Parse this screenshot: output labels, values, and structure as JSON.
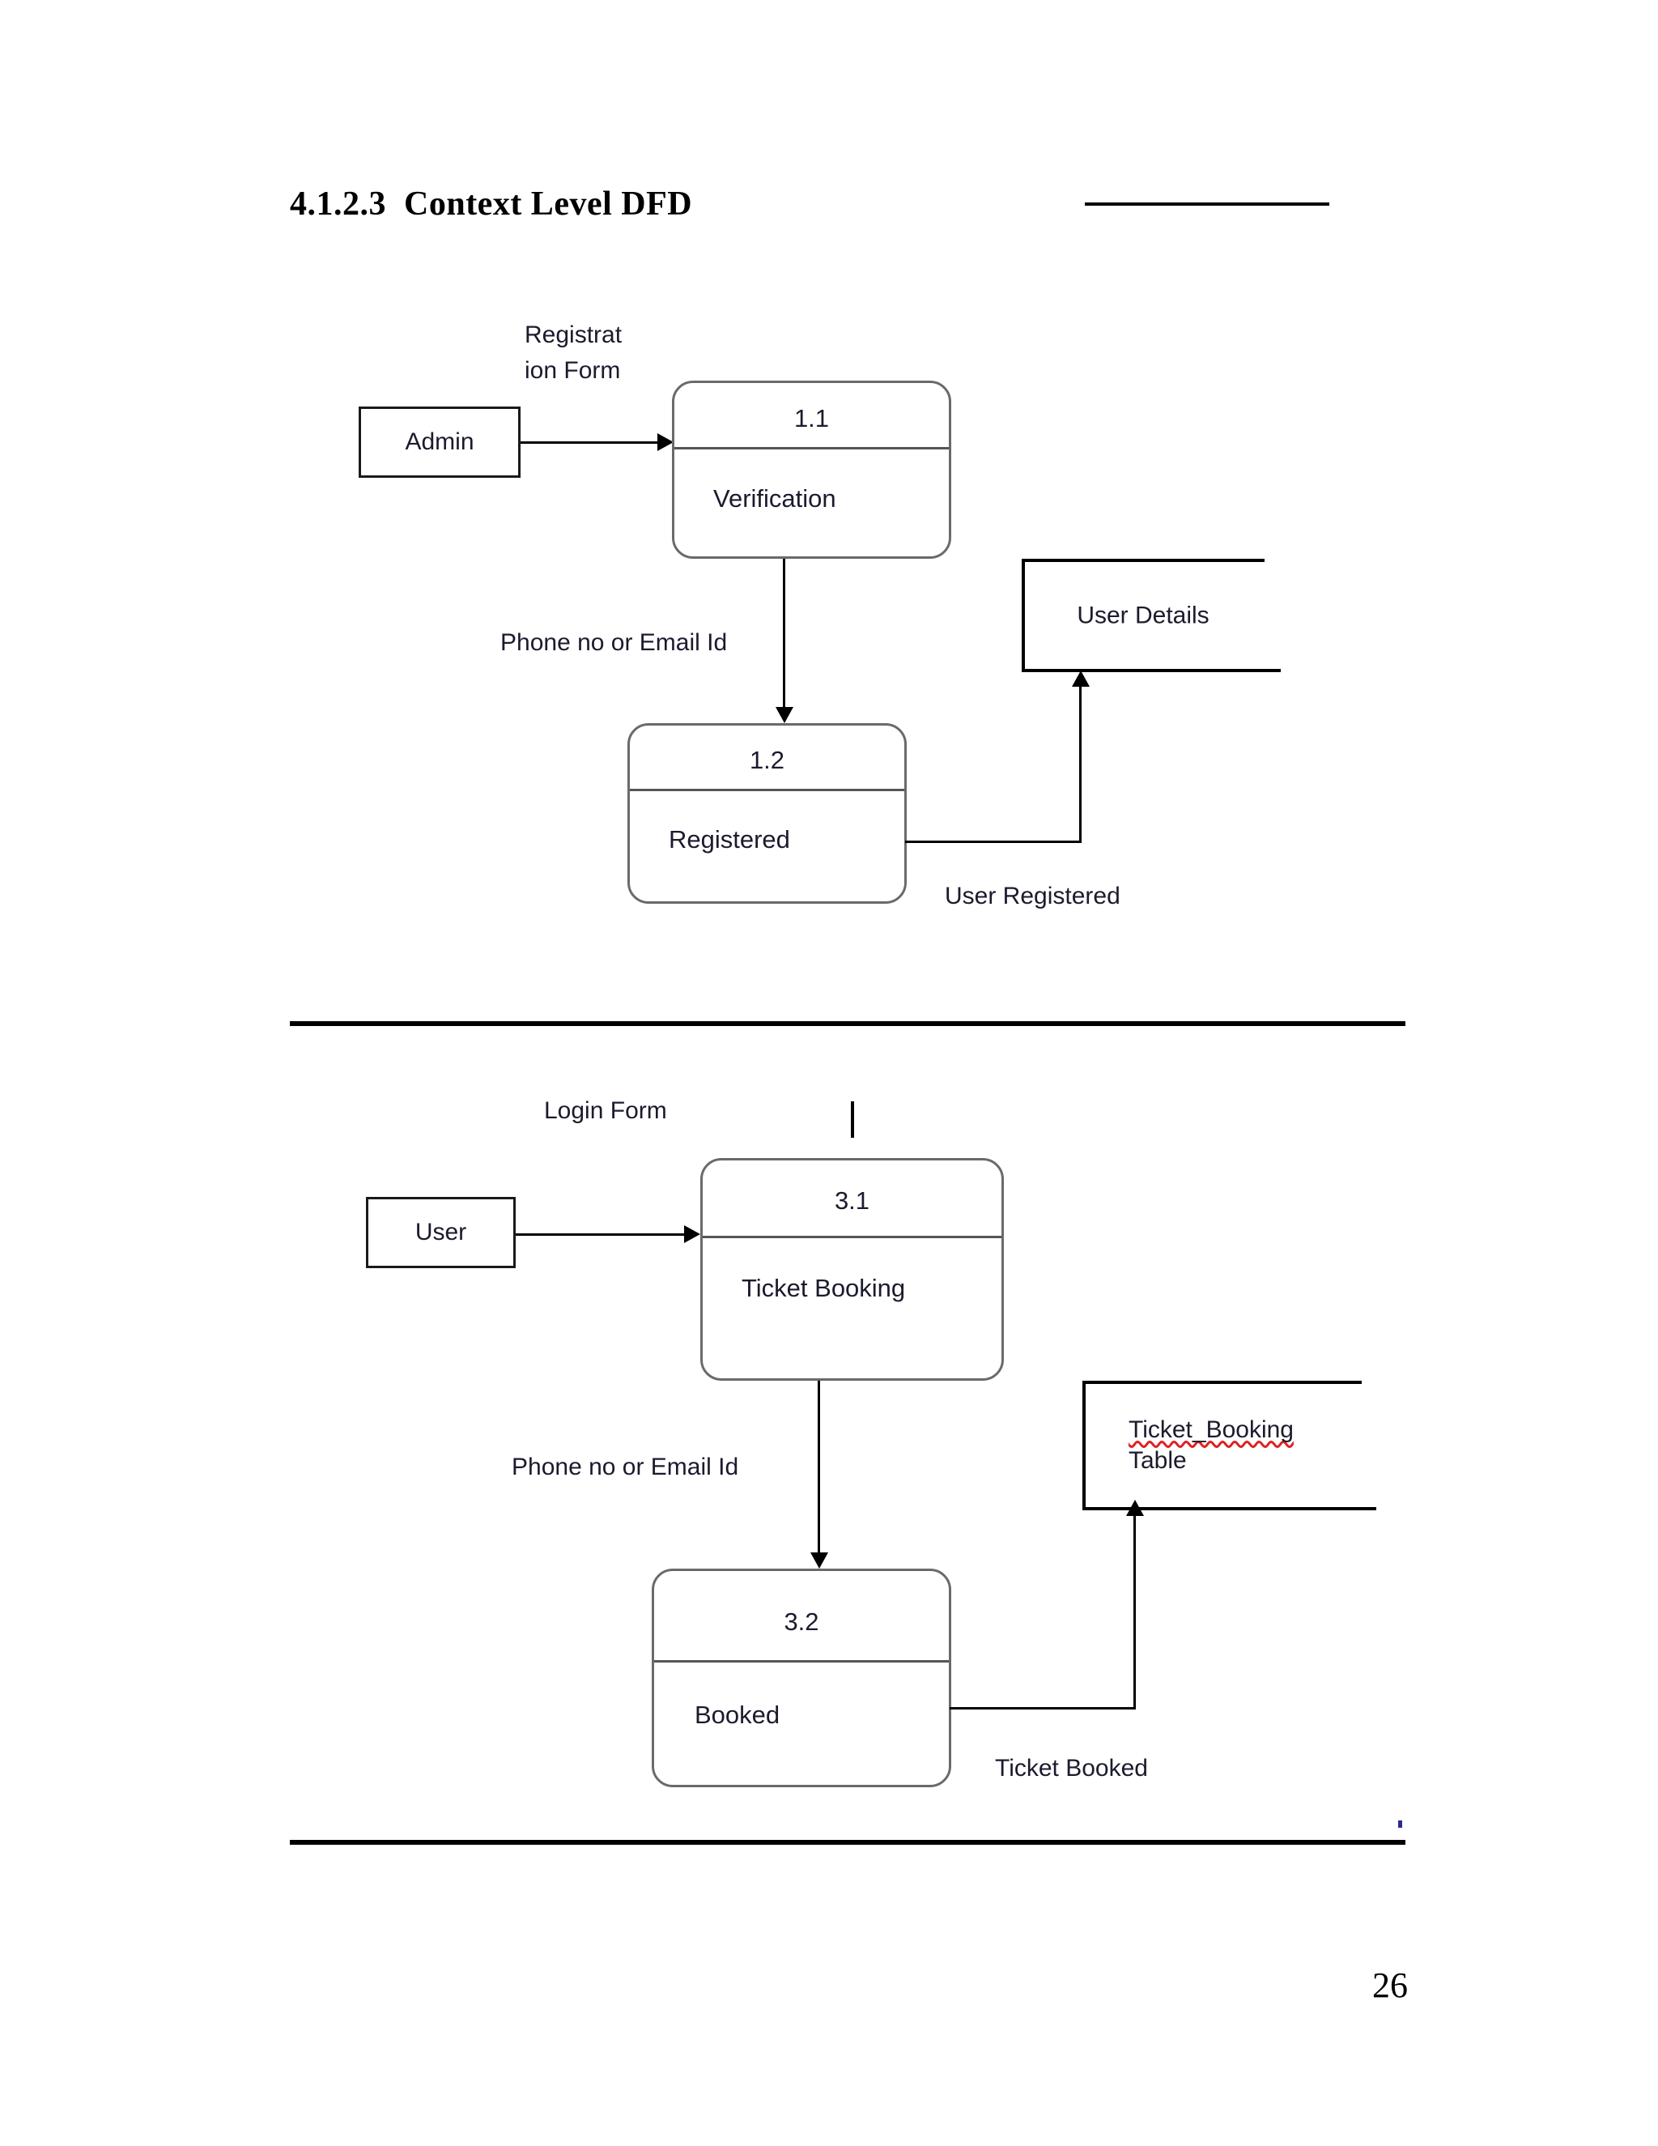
{
  "document": {
    "heading": "4.1.2.3  Context Level DFD",
    "page_number": "26"
  },
  "diagram_1": {
    "title": "Admin registration data flow",
    "entity": {
      "label": "Admin"
    },
    "flow_in_label": "Registrat\nion Form",
    "process_1": {
      "id": "1.1",
      "name": "Verification"
    },
    "flow_mid_label": "Phone no or Email Id",
    "process_2": {
      "id": "1.2",
      "name": "Registered"
    },
    "data_store": {
      "label": "User Details"
    },
    "flow_out_label": "User Registered"
  },
  "diagram_2": {
    "title": "User ticket booking data flow",
    "entity": {
      "label": "User"
    },
    "flow_in_label": "Login Form",
    "process_1": {
      "id": "3.1",
      "name": "Ticket Booking"
    },
    "flow_mid_label": "Phone no or Email Id",
    "process_2": {
      "id": "3.2",
      "name": "Booked"
    },
    "data_store": {
      "label_line1": "Ticket_Booking",
      "label_line2": "Table"
    },
    "flow_out_label": "Ticket Booked"
  },
  "colors": {
    "ink": "#000000",
    "text": "#1b1b2e",
    "process_outline": "#6a6a6a",
    "spellcheck_underline": "#e02020"
  }
}
